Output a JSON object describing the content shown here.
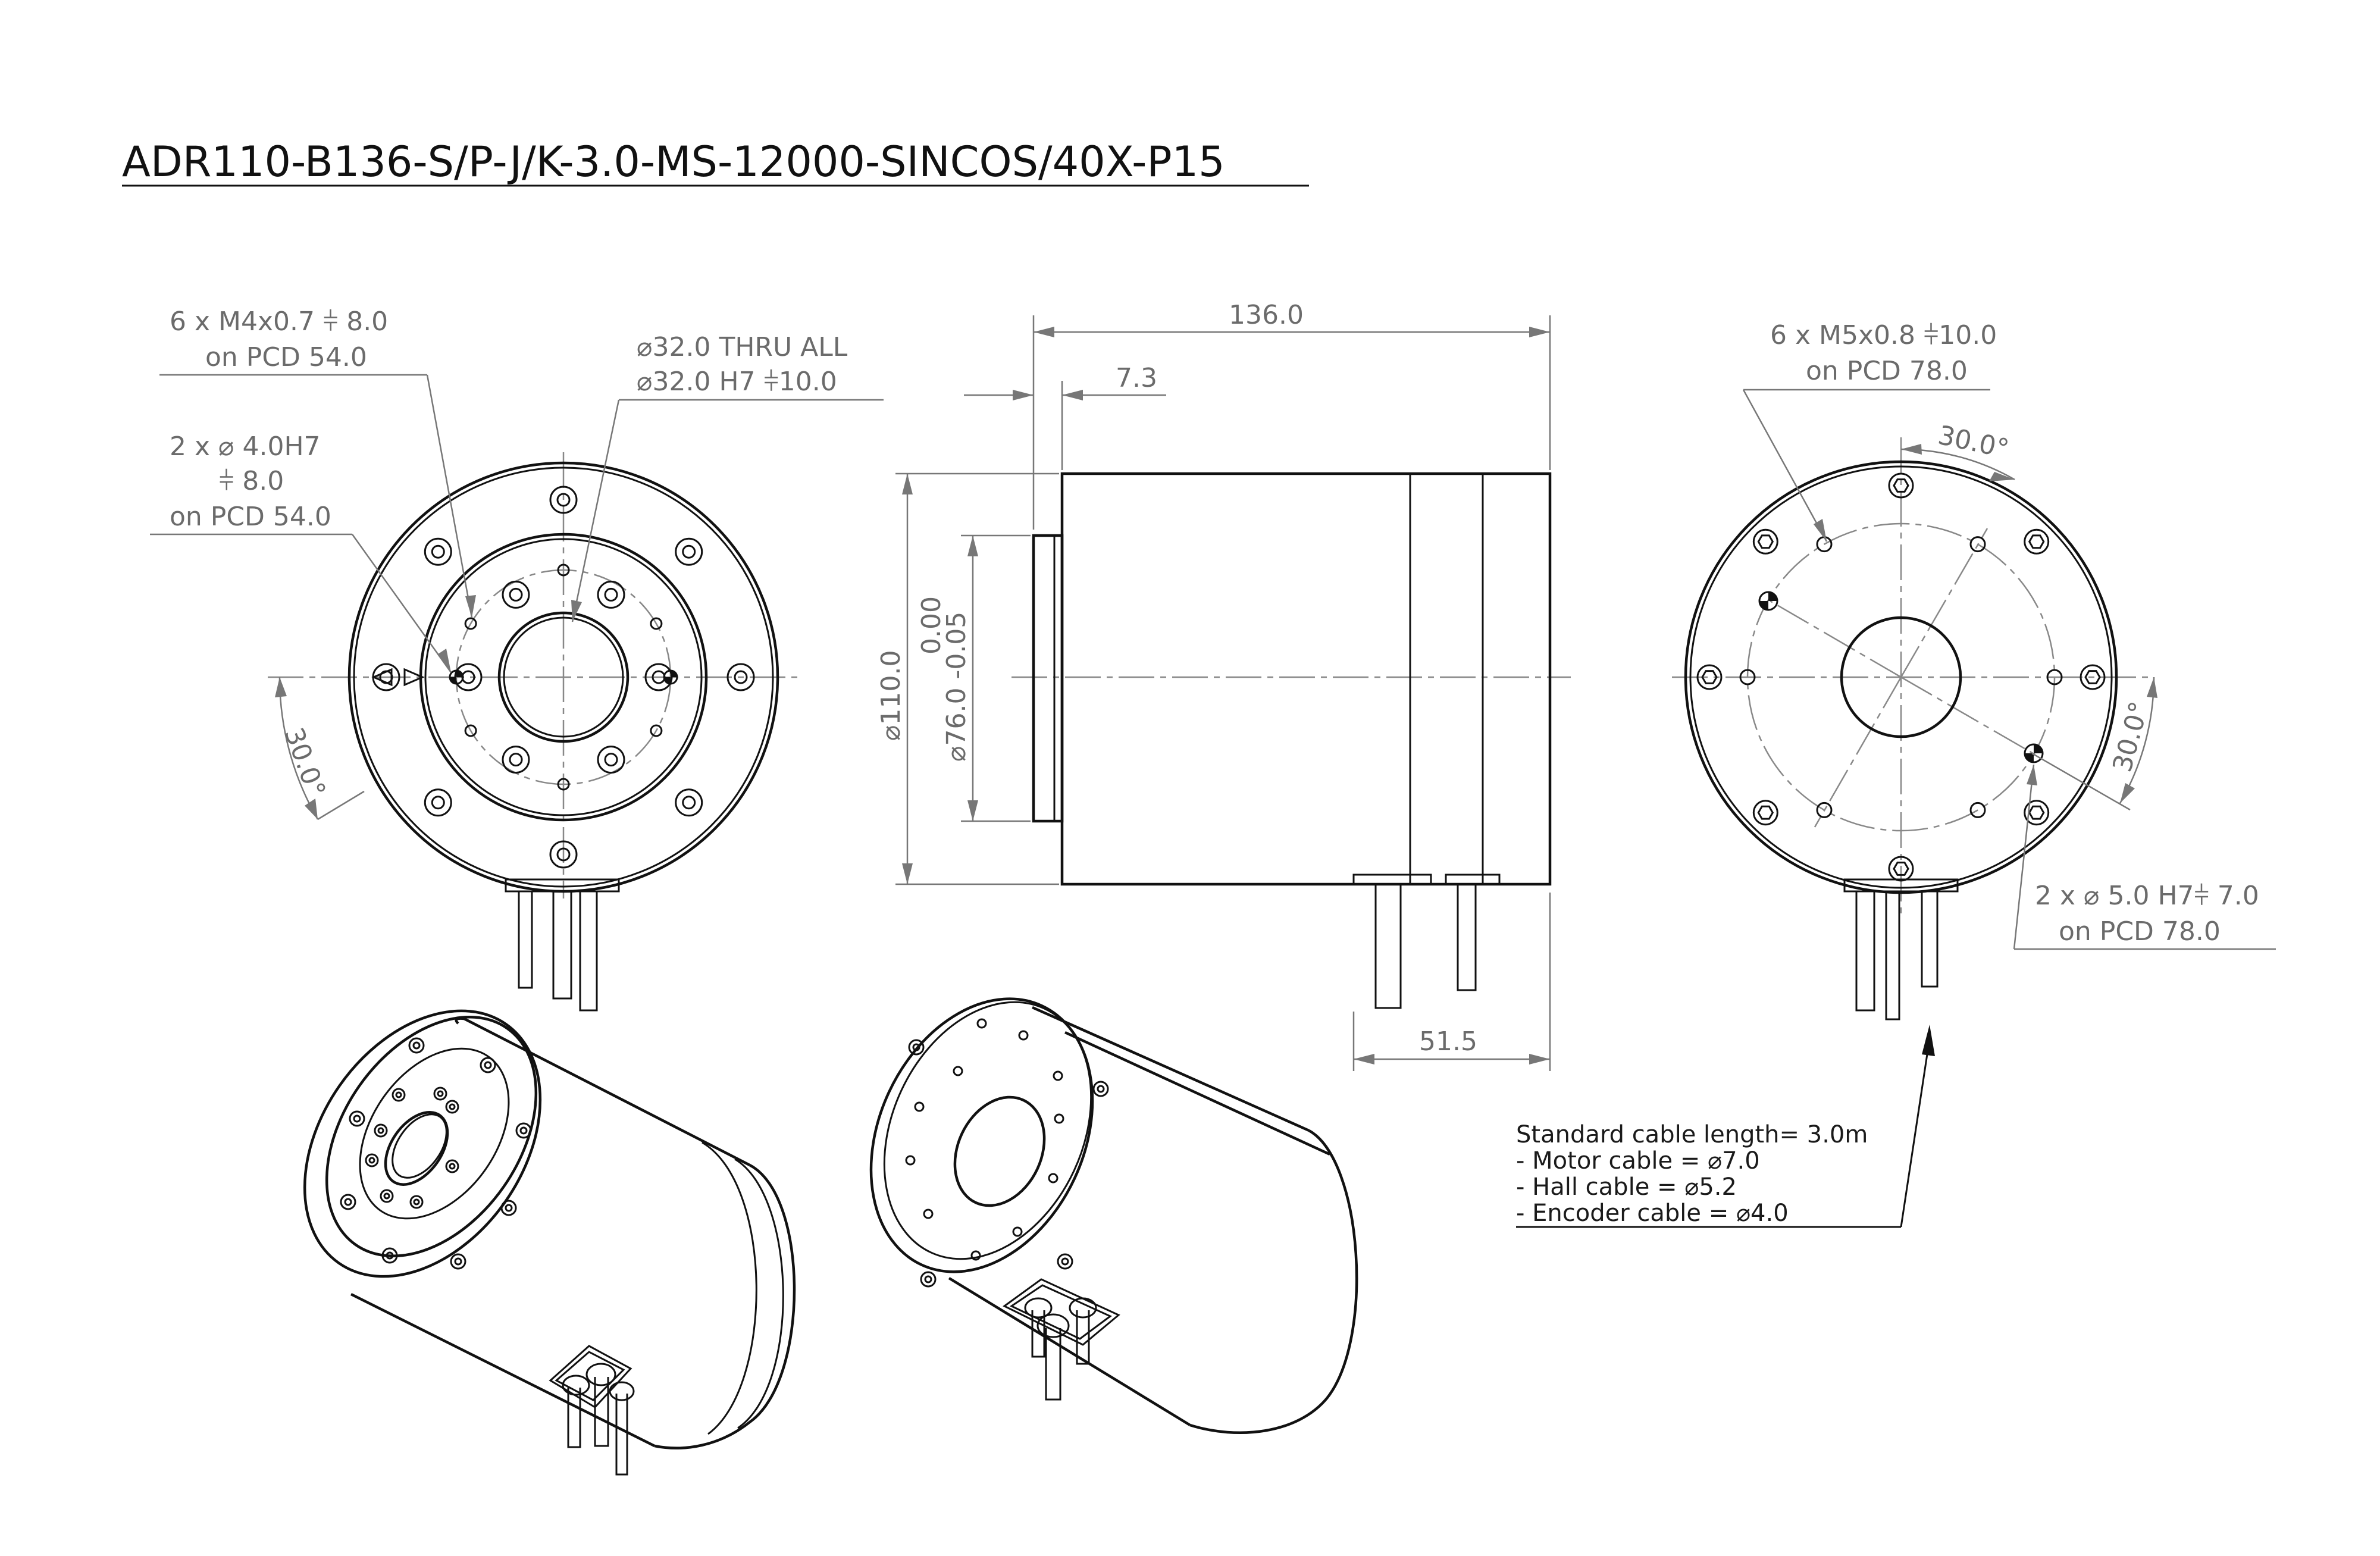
{
  "title": "ADR110-B136-S/P-J/K-3.0-MS-12000-SINCOS/40X-P15",
  "front_view": {
    "callout_m4": [
      "6 x M4x0.7  ⫩ 8.0",
      "on PCD 54.0"
    ],
    "callout_pin": [
      "2 x ⌀  4.0H7",
      "⫩ 8.0",
      "on PCD 54.0"
    ],
    "callout_bore": [
      "⌀32.0 THRU ALL",
      "⌀32.0 H7 ⫩10.0"
    ],
    "angle": "30.0°"
  },
  "side_view": {
    "length": "136.0",
    "flange": "7.3",
    "diameter": "⌀110.0",
    "pilot_tol": "0.00",
    "pilot": "⌀76.0 -0.05",
    "cable_offset": "51.5"
  },
  "rear_view": {
    "callout_m5": [
      "6 x M5x0.8  ⫩10.0",
      "on PCD 78.0"
    ],
    "angle_top": "30.0°",
    "angle_right": "30.0°",
    "callout_pin": [
      "2 x ⌀  5.0 H7⫩ 7.0",
      "on PCD 78.0"
    ]
  },
  "cable_note": [
    "Standard cable length= 3.0m",
    "- Motor cable = ⌀7.0",
    "- Hall cable = ⌀5.2",
    "- Encoder cable = ⌀4.0"
  ],
  "icons": {
    "datum": "datum-triangle-icon",
    "pin": "alignment-pin-icon"
  }
}
